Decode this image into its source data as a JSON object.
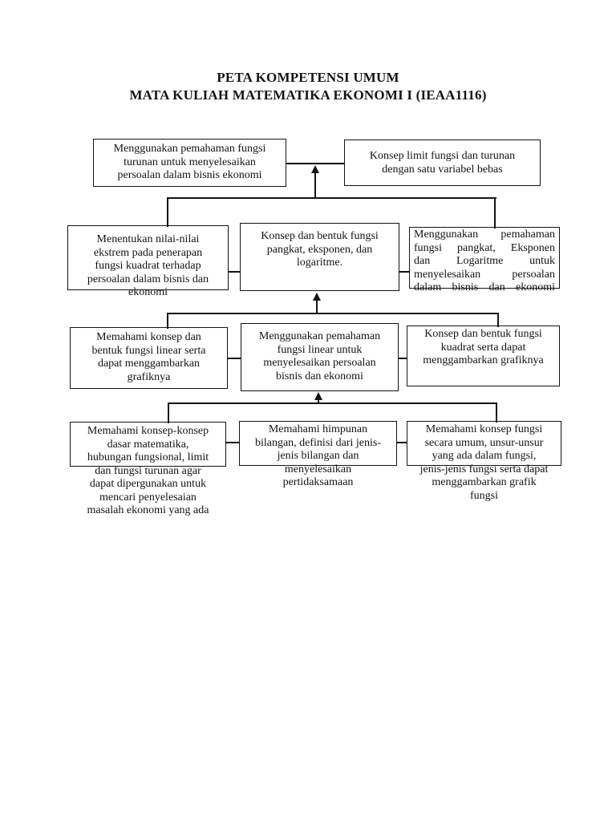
{
  "page": {
    "title": "PETA KOMPETENSI UMUM\nMATA KULIAH MATEMATIKA EKONOMI I (IEAA1116)"
  },
  "colors": {
    "ink": "#141414",
    "background": "#ffffff"
  },
  "icons": [
    {
      "name": "up-arrow-icon",
      "meaning": "flow arrow pointing from lower competency level to upper level"
    }
  ],
  "boxes": {
    "top_left": {
      "text": "Menggunakan pemahaman fungsi\nturunan untuk menyelesaikan\npersoalan dalam bisnis ekonomi"
    },
    "top_right": {
      "text": "Konsep limit fungsi dan turunan\ndengan satu variabel bebas"
    },
    "r2_left": {
      "text": "Menentukan nilai-nilai\nekstrem pada penerapan\nfungsi kuadrat terhadap\npersoalan dalam bisnis dan\nekonomi"
    },
    "r2_mid": {
      "text": "Konsep dan bentuk fungsi\npangkat, eksponen, dan\nlogaritme."
    },
    "r2_right": {
      "text": "Menggunakan pemahaman\nfungsi pangkat, Eksponen\ndan Logaritme untuk\nmenyelesaikan persoalan\ndalam bisnis dan ekonomi"
    },
    "r3_left": {
      "text": "Memahami konsep dan\nbentuk fungsi linear serta\ndapat menggambarkan\ngrafiknya"
    },
    "r3_mid": {
      "text": "Menggunakan pemahaman\nfungsi linear untuk\nmenyelesaikan persoalan\nbisnis dan ekonomi"
    },
    "r3_right": {
      "text": "Konsep dan bentuk fungsi\nkuadrat serta dapat\nmenggambarkan grafiknya"
    },
    "r4_left": {
      "text": "Memahami konsep-konsep\ndasar matematika,\nhubungan fungsional, limit\ndan fungsi turunan agar\ndapat dipergunakan untuk\nmencari penyelesaian\nmasalah ekonomi yang ada"
    },
    "r4_mid": {
      "text": "Memahami himpunan\nbilangan, definisi dari jenis-\njenis bilangan dan\nmenyelesaikan\npertidaksamaan"
    },
    "r4_right": {
      "text": "Memahami konsep fungsi\nsecara umum, unsur-unsur\nyang ada dalam fungsi,\njenis-jenis fungsi serta dapat\nmenggambarkan grafik\nfungsi"
    }
  }
}
